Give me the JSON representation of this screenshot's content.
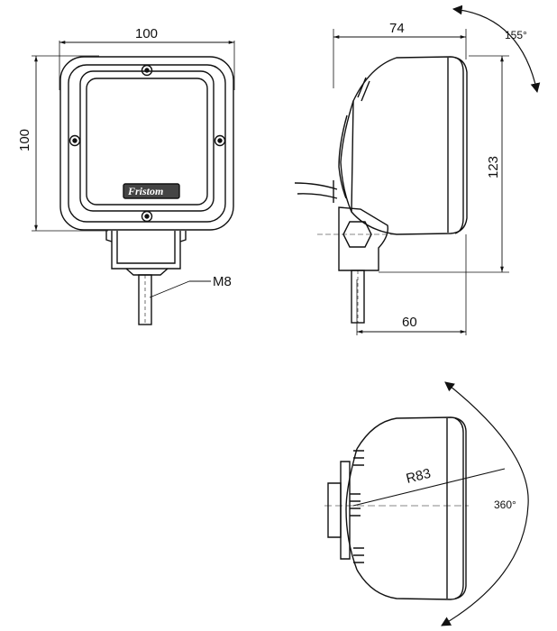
{
  "dimensions": {
    "front_width": "100",
    "front_height": "100",
    "side_depth": "74",
    "side_height": "123",
    "bracket_depth": "60",
    "rotation_angle": "155°",
    "radius": "R83",
    "swivel_angle": "360°"
  },
  "labels": {
    "thread": "M8",
    "brand": "Fristom"
  }
}
